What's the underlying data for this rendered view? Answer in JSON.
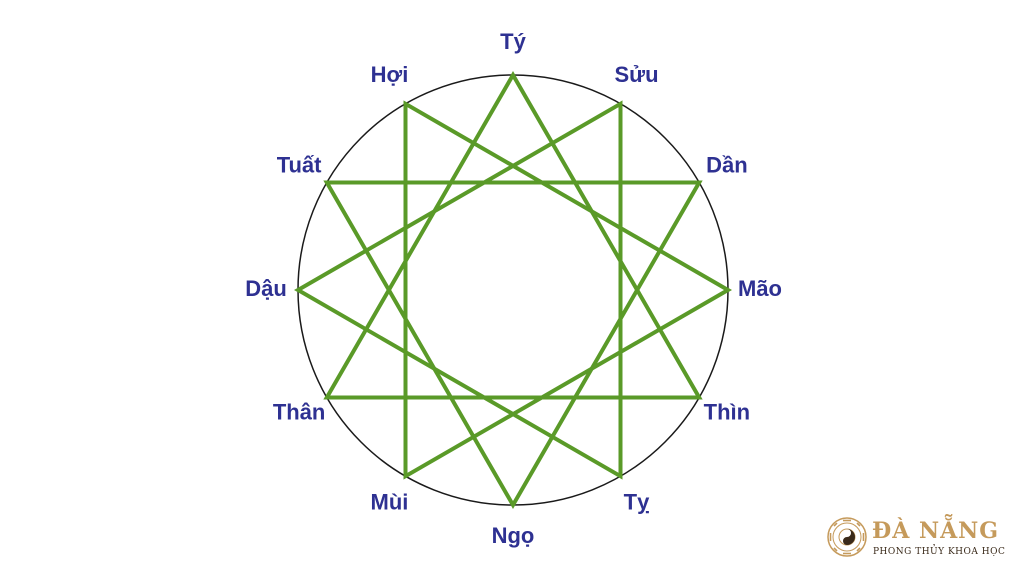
{
  "diagram": {
    "branches": [
      "Tý",
      "Sửu",
      "Dần",
      "Mão",
      "Thìn",
      "Tỵ",
      "Ngọ",
      "Mùi",
      "Thân",
      "Dậu",
      "Tuất",
      "Hợi"
    ],
    "colors": {
      "label": "#2e3192",
      "star_line": "#5a9a28",
      "circle": "#1a1a1a"
    }
  },
  "logo": {
    "name": "ĐÀ NẴNG",
    "tagline": "PHONG THỦY KHOA HỌC",
    "colors": {
      "name": "#c59a5b",
      "tagline": "#3a2a1a"
    }
  }
}
